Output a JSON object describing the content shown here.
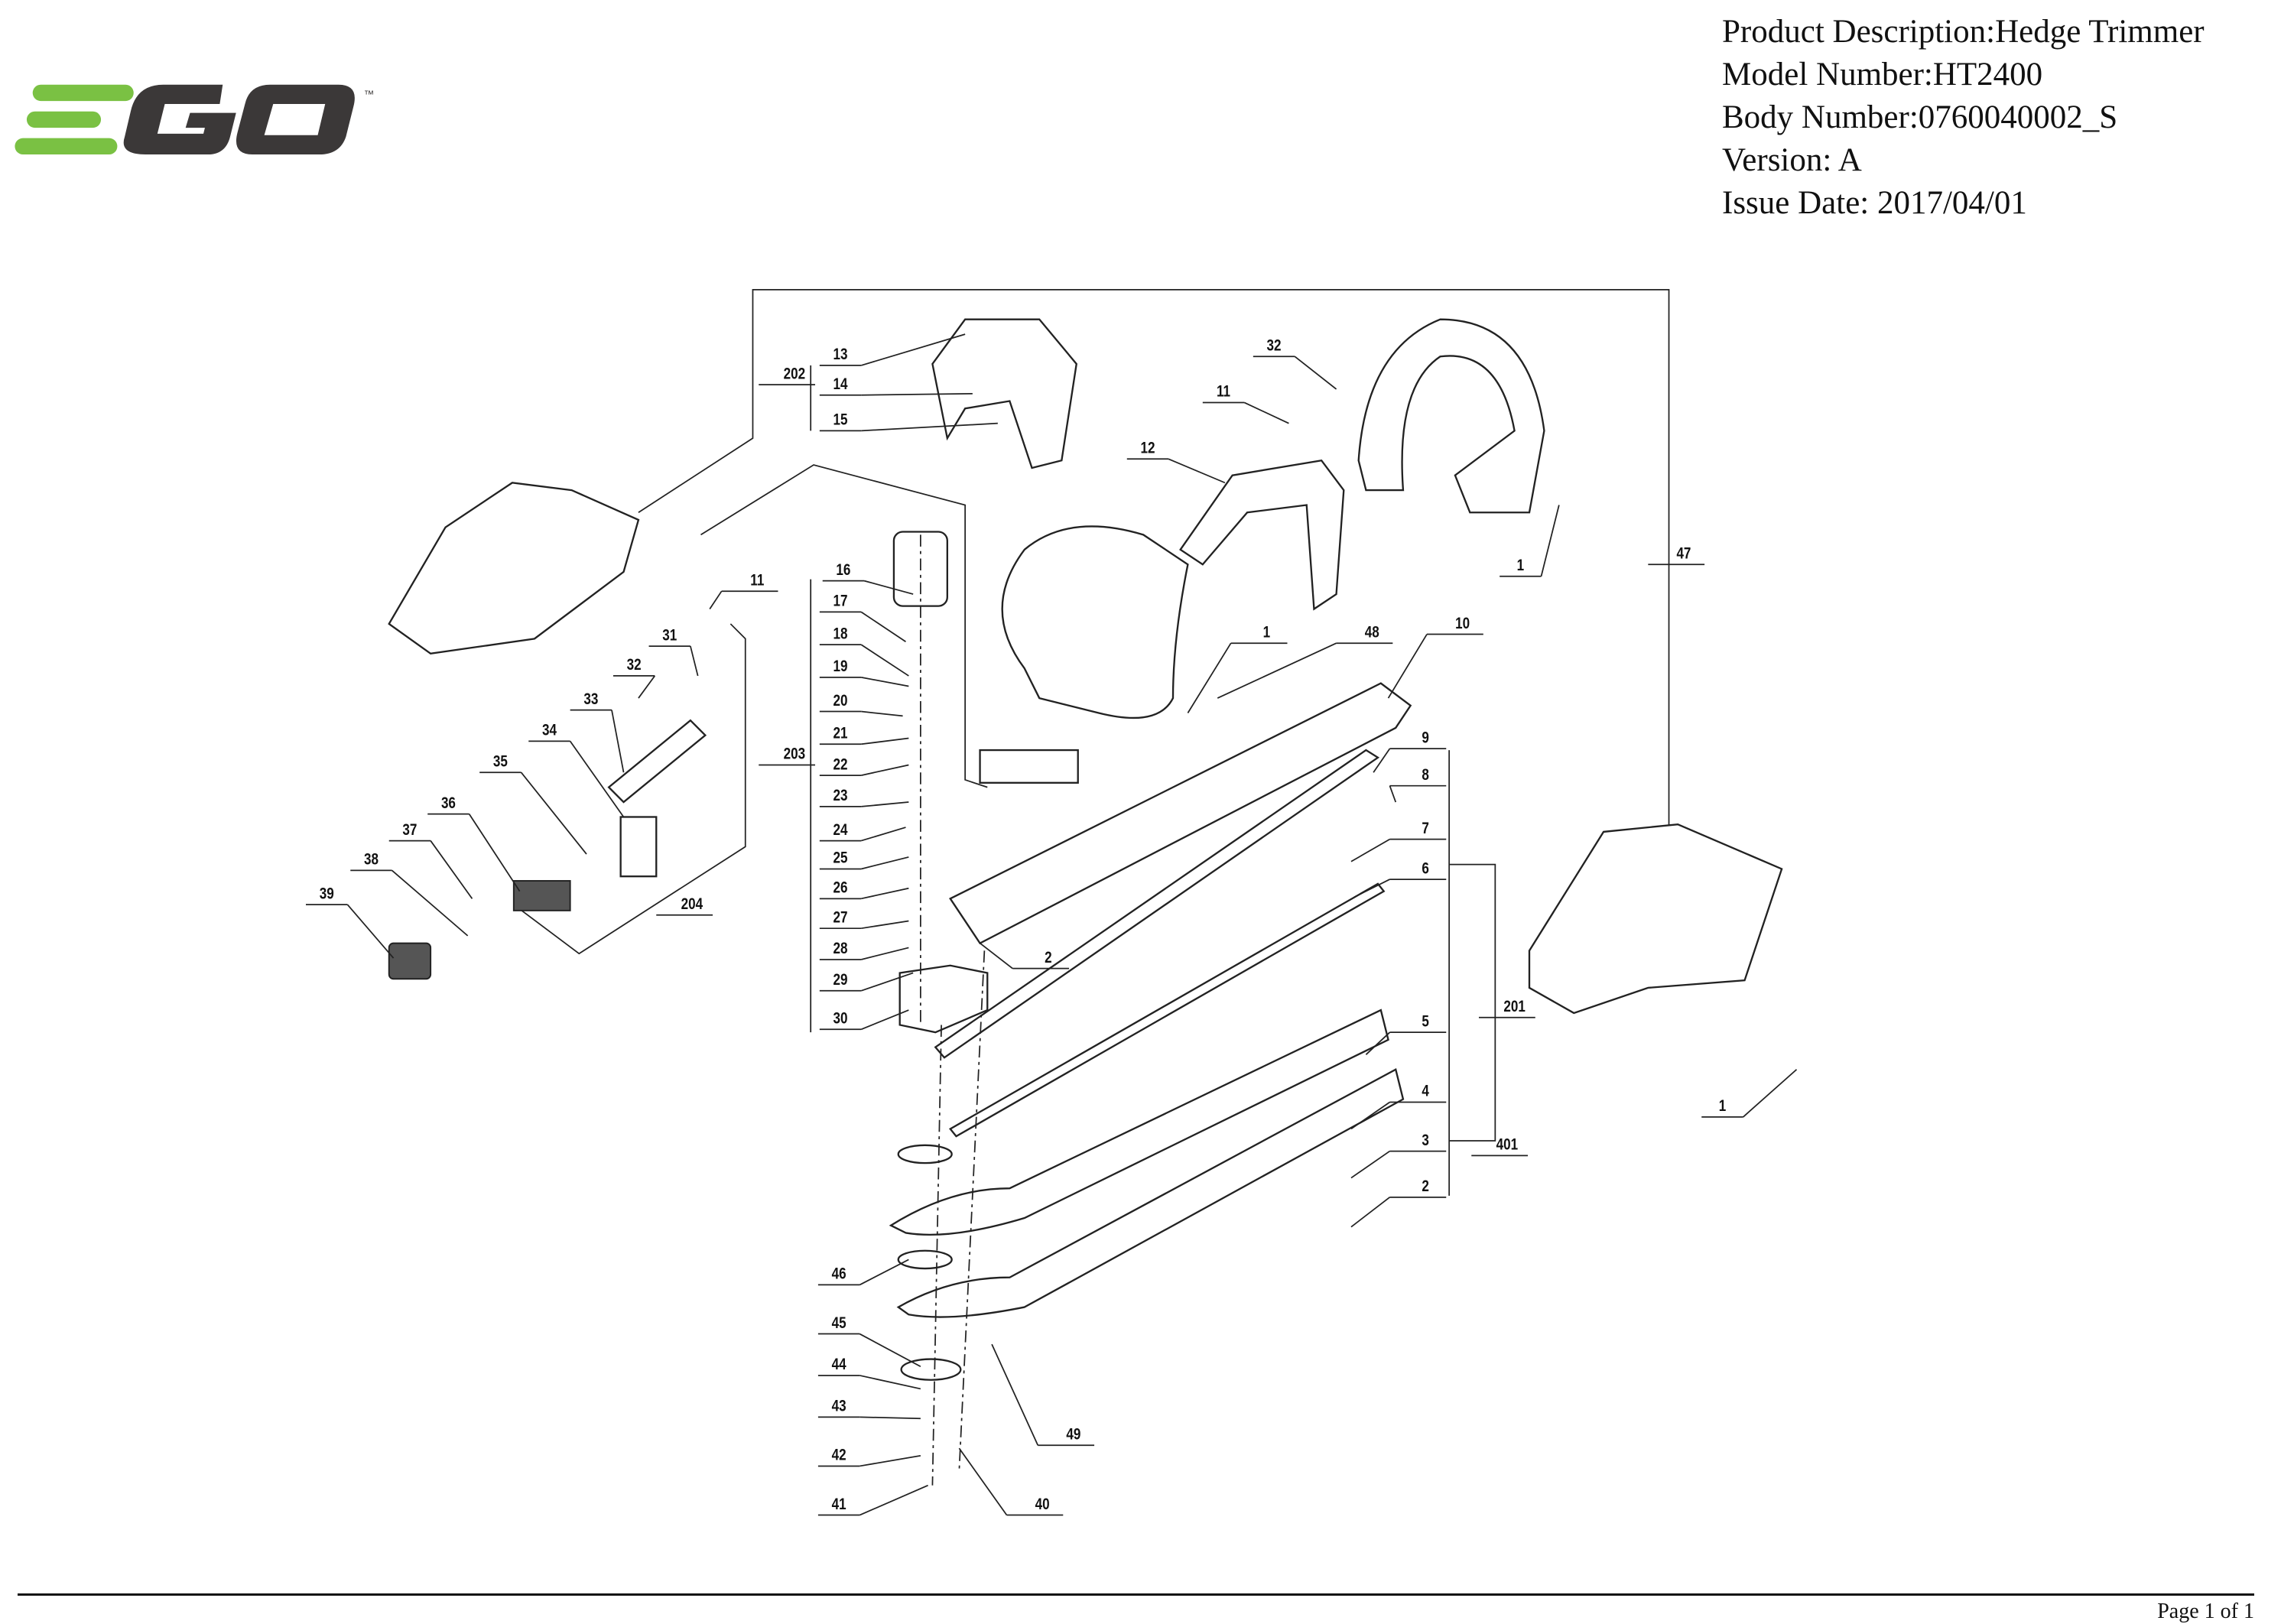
{
  "logo": {
    "text": "EGO",
    "trademark": "™",
    "colors": {
      "green": "#7ac143",
      "dark": "#3b3838"
    }
  },
  "header": {
    "product_description": "Product Description:Hedge Trimmer",
    "model_number": "Model Number:HT2400",
    "body_number": "Body Number:0760040002_S",
    "version": "Version: A",
    "issue_date": "Issue Date: 2017/04/01"
  },
  "callouts": [
    "13",
    "14",
    "15",
    "202",
    "32",
    "11",
    "12",
    "1",
    "48",
    "10",
    "47",
    "1",
    "11",
    "16",
    "17",
    "18",
    "19",
    "20",
    "21",
    "22",
    "203",
    "23",
    "24",
    "25",
    "26",
    "27",
    "28",
    "29",
    "30",
    "31",
    "32",
    "33",
    "34",
    "35",
    "36",
    "37",
    "38",
    "39",
    "204",
    "9",
    "8",
    "7",
    "6",
    "2",
    "5",
    "201",
    "4",
    "3",
    "401",
    "2",
    "1",
    "46",
    "45",
    "44",
    "43",
    "42",
    "41",
    "40",
    "49"
  ],
  "footer": {
    "page": "Page 1 of 1"
  }
}
